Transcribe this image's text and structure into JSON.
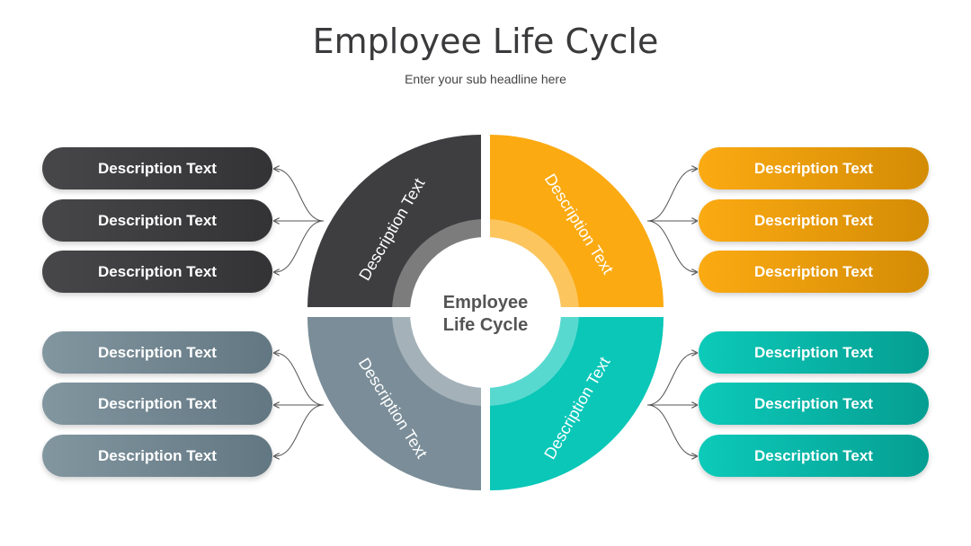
{
  "header": {
    "title": "Employee Life Cycle",
    "subtitle": "Enter your sub headline here"
  },
  "center": {
    "line1": "Employee",
    "line2": "Life Cycle"
  },
  "quadrants": [
    {
      "id": "top-left",
      "label": "Description Text",
      "color": "#3e3e40"
    },
    {
      "id": "top-right",
      "label": "Description Text",
      "color": "#fbaa12"
    },
    {
      "id": "bottom-left",
      "label": "Description Text",
      "color": "#7a8d98"
    },
    {
      "id": "bottom-right",
      "label": "Description Text",
      "color": "#0ac7b8"
    }
  ],
  "groups": {
    "top_left": [
      "Description Text",
      "Description Text",
      "Description Text"
    ],
    "top_right": [
      "Description Text",
      "Description Text",
      "Description Text"
    ],
    "bottom_left": [
      "Description Text",
      "Description Text",
      "Description Text"
    ],
    "bottom_right": [
      "Description Text",
      "Description Text",
      "Description Text"
    ]
  }
}
